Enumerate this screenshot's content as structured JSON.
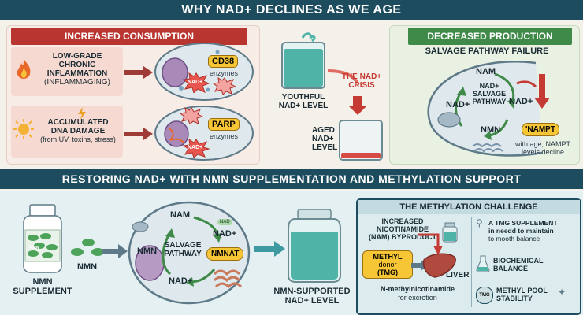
{
  "top_banner": "WHY NAD+ DECLINES AS WE AGE",
  "increased_consumption": {
    "title": "INCREASED CONSUMPTION",
    "row1": {
      "line1": "LOW-GRADE",
      "line2": "CHRONIC",
      "line3": "INFLAMMATION",
      "line4": "(INFLAMMAGING)",
      "enzyme": "CD38",
      "enzyme_sub": "enzymes",
      "burst_label": "NAD+"
    },
    "row2": {
      "line1": "ACCUMULATED",
      "line2": "DNA DAMAGE",
      "line3": "(from UV, toxins, stress)",
      "enzyme": "PARP",
      "enzyme_sub": "enzymes",
      "burst_label": "NAD+"
    }
  },
  "center": {
    "youthful_line1": "YOUTHFUL",
    "youthful_line2": "NAD+ LEVEL",
    "crisis_line1": "THE NAD+",
    "crisis_line2": "CRISIS",
    "aged_line1": "AGED",
    "aged_line2": "NAD+",
    "aged_line3": "LEVEL"
  },
  "decreased_production": {
    "title": "DECREASED PRODUCTION",
    "subtitle": "SALVAGE PATHWAY FAILURE",
    "nam": "NAM",
    "nad_left": "NAD+",
    "nad_right": "NAD+",
    "nmn": "NMN",
    "center_line1": "NAD+",
    "center_line2": "SALVAGE",
    "center_line3": "PATHWAY",
    "nampt": "'NAMPT",
    "note_line1": "with age, NAMPT",
    "note_line2": "levels decline"
  },
  "bottom_banner": "RESTORING NAD+ WITH NMN SUPPLEMENTATION AND METHYLATION SUPPORT",
  "restoring": {
    "bottle_pill": "NMN",
    "supplement_line1": "NMN",
    "supplement_line2": "SUPPLEMENT",
    "nmn_arrow_label": "NMN",
    "nam": "NAM",
    "nad_top": "NAD+",
    "nmn_cell": "NMN",
    "salvage_line1": "SALVAGE",
    "salvage_line2": "PATHWAY",
    "nmnat": "NMNAT",
    "nad_bottom": "NAD+",
    "floating_nad": "NAD",
    "result_line1": "NMN-SUPPORTED",
    "result_line2": "NAD+ LEVEL"
  },
  "methylation": {
    "title": "THE METHYLATION CHALLENGE",
    "inc_line1": "INCREASED",
    "inc_line2": "NICOTINAMIDE",
    "inc_line3": "(NAM) BYPRODUCT",
    "donor_line1": "METHYL",
    "donor_line2": "donor",
    "donor_line3": "(TMG)",
    "liver": "LIVER",
    "nmethyl": "N-methylnicotinamide",
    "excretion": "for excretion",
    "tmg_line1": "A TMG SUPPLEMENT",
    "tmg_line2": "in needd to maintain",
    "tmg_line3": "to mooth balance",
    "balance_line1": "BIOCHEMICAL",
    "balance_line2": "BALANCE",
    "pool_line1": "METHYL POOL",
    "pool_line2": "STABILITY",
    "tmg_badge": "TMG"
  },
  "colors": {
    "banner": "#1d4c5e",
    "consumption_red": "#c63a34",
    "production_green": "#3f8a48",
    "liquid_teal": "#4fb3a8",
    "enzyme_yellow": "#f6c637"
  }
}
